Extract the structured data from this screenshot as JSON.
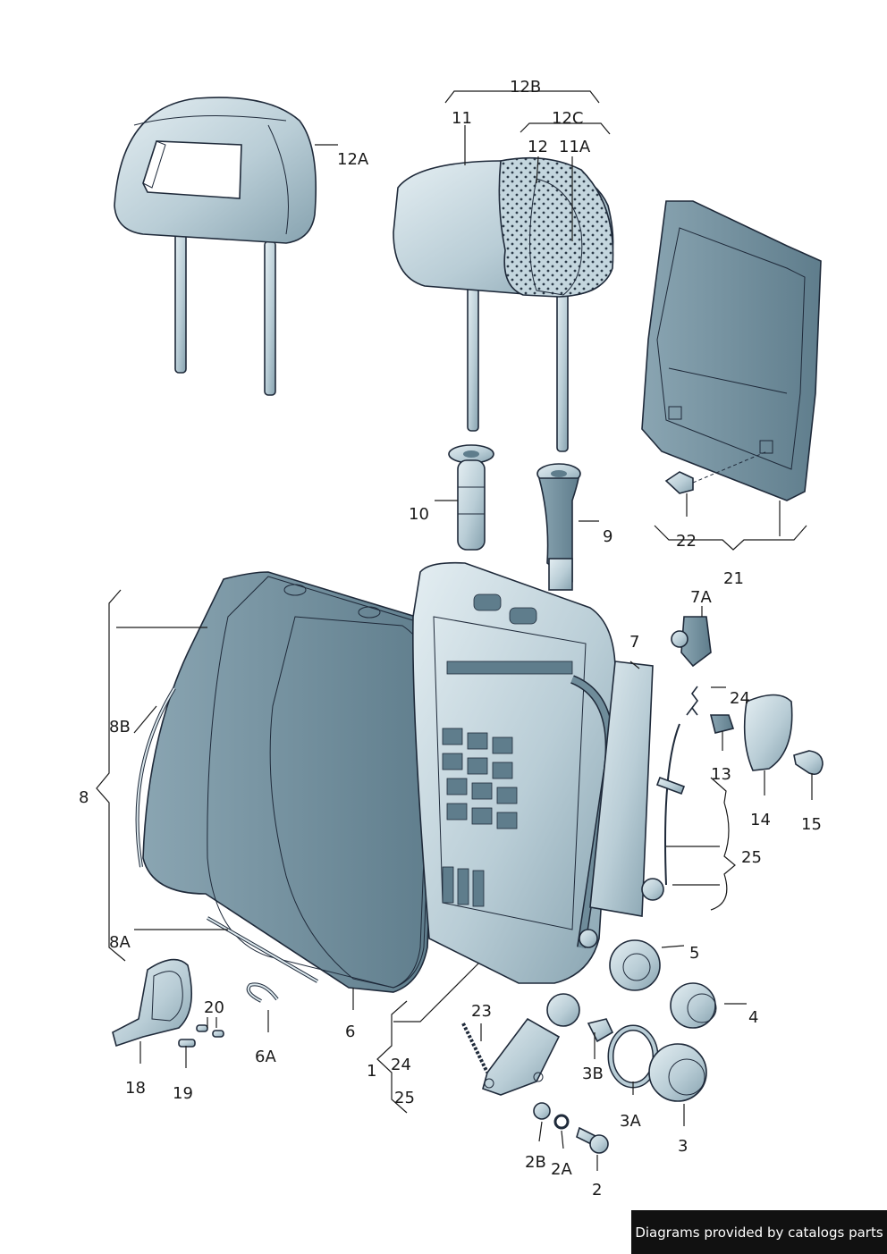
{
  "labels": {
    "l12B": "12B",
    "l11": "11",
    "l12C": "12C",
    "l12": "12",
    "l11A": "11A",
    "l12A": "12A",
    "l10": "10",
    "l9": "9",
    "l22": "22",
    "l21": "21",
    "l7A": "7A",
    "l7": "7",
    "l24a": "24",
    "l13": "13",
    "l14": "14",
    "l15": "15",
    "l25a": "25",
    "l8B": "8B",
    "l8": "8",
    "l8A": "8A",
    "l6": "6",
    "l6A": "6A",
    "l5": "5",
    "l4": "4",
    "l20": "20",
    "l18": "18",
    "l19": "19",
    "l23": "23",
    "l1": "1",
    "l24b": "24",
    "l25b": "25",
    "l3B": "3B",
    "l3A": "3A",
    "l3": "3",
    "l2B": "2B",
    "l2A": "2A",
    "l2": "2"
  },
  "credit": "Diagrams provided by catalogs parts",
  "colors": {
    "part_fill": "#b9cdd6",
    "part_light": "#dbe7ec",
    "part_dark": "#7f9aa7",
    "outline": "#1f2a3a"
  }
}
